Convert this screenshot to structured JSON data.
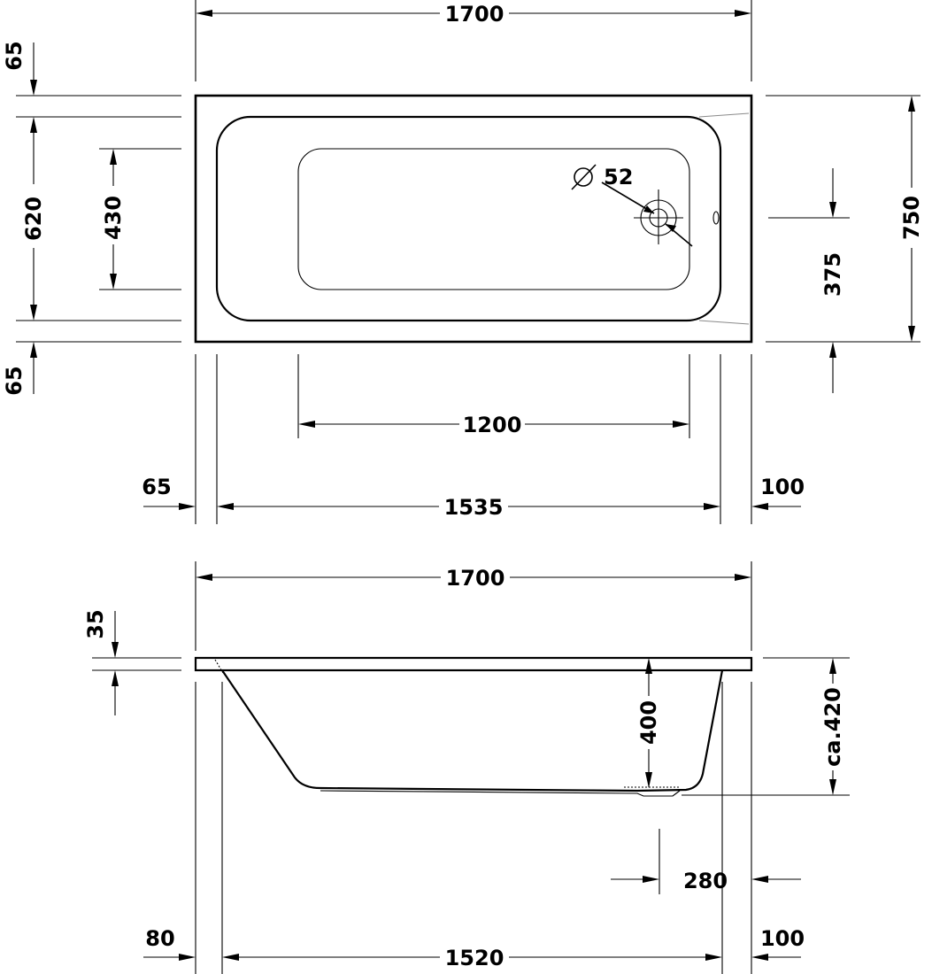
{
  "top_view": {
    "overall_length": "1700",
    "rim_top": "65",
    "inner_width": "620",
    "floor_width": "430",
    "rim_bottom": "65",
    "drain_diameter": "52",
    "drain_offset": "375",
    "overall_width": "750",
    "floor_length": "1200",
    "rim_left": "65",
    "inner_length": "1535",
    "rim_right": "100"
  },
  "side_view": {
    "overall_length": "1700",
    "rim_thickness": "35",
    "depth": "400",
    "overall_height": "ca.420",
    "drain_distance": "280",
    "rim_left": "80",
    "inner_length": "1520",
    "rim_right": "100"
  }
}
